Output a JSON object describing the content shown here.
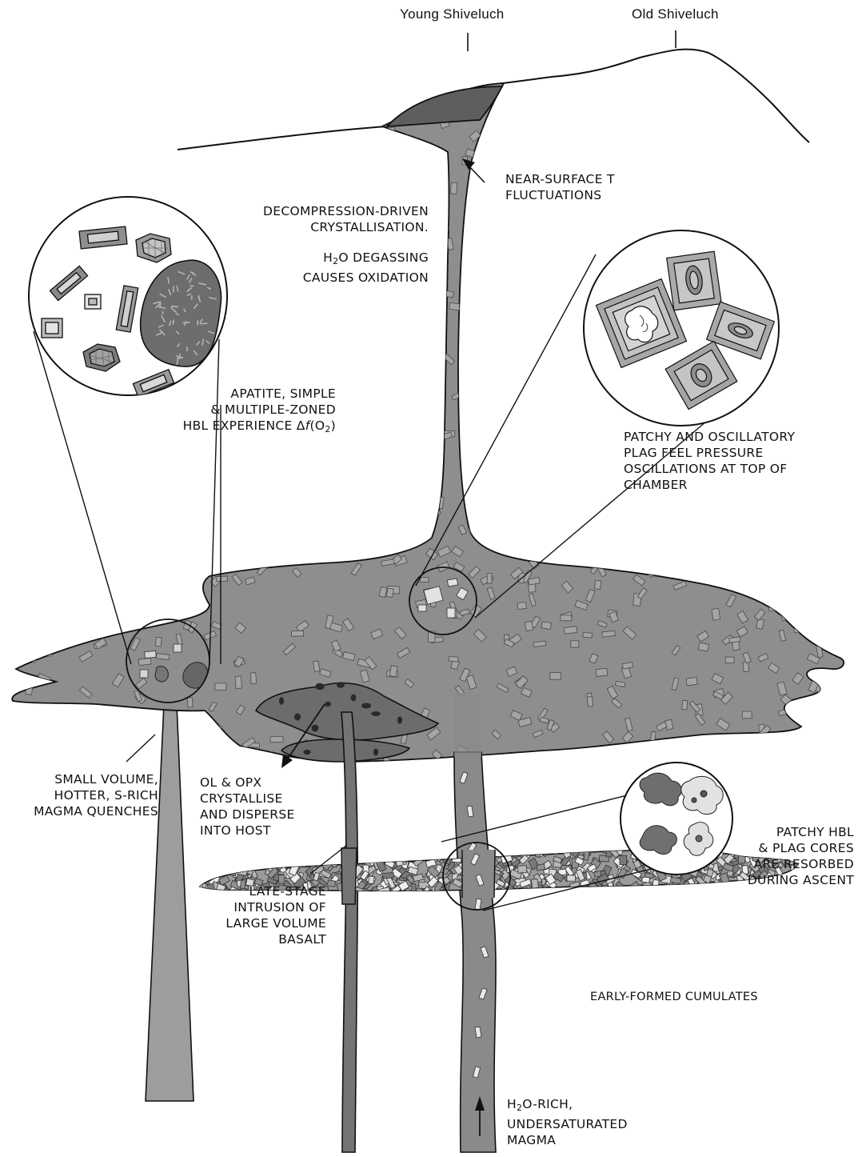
{
  "volcanoes": {
    "young": "Young Shiveluch",
    "old": "Old Shiveluch"
  },
  "labels": {
    "near_surface": [
      "NEAR-SURFACE T",
      "FLUCTUATIONS"
    ],
    "decompression": [
      "DECOMPRESSION-DRIVEN",
      "CRYSTALLISATION."
    ],
    "degassing": {
      "h": "H",
      "sub": "2",
      "rest": "O DEGASSING",
      "line2": "CAUSES OXIDATION"
    },
    "apatite": {
      "l1": "APATITE, SIMPLE",
      "l2": "& MULTIPLE-ZONED",
      "l3a": "HBL EXPERIENCE Δ",
      "l3f": "f",
      "l3b": "(O",
      "l3sub": "2",
      "l3c": ")"
    },
    "patchy_plag": [
      "PATCHY AND OSCILLATORY",
      "PLAG FEEL PRESSURE",
      "OSCILLATIONS AT TOP OF",
      "CHAMBER"
    ],
    "small_volume": [
      "SMALL VOLUME,",
      "HOTTER, S-RICH",
      "MAGMA QUENCHES"
    ],
    "ol_opx": [
      "OL & OPX",
      "CRYSTALLISE",
      "AND DISPERSE",
      "INTO HOST"
    ],
    "patchy_hbl": [
      "PATCHY HBL",
      "& PLAG CORES",
      "ARE RESORBED",
      "DURING ASCENT"
    ],
    "late_stage": [
      "LATE-STAGE",
      "INTRUSION OF",
      "LARGE VOLUME",
      "BASALT"
    ],
    "cumulates": "EARLY-FORMED CUMULATES",
    "h2o_magma": {
      "h": "H",
      "sub": "2",
      "rest": "O-RICH,",
      "line2": "UNDERSATURATED",
      "line3": "MAGMA"
    }
  },
  "colors": {
    "chamber": "#8e8e8e",
    "conduit": "#8a8a8a",
    "dike_left": "#9d9d9d",
    "basalt": "#747474",
    "intrusion": "#6c6c6c",
    "dome": "#5e5e5e",
    "crystal": "#bcbcbc",
    "outline": "#111111"
  }
}
